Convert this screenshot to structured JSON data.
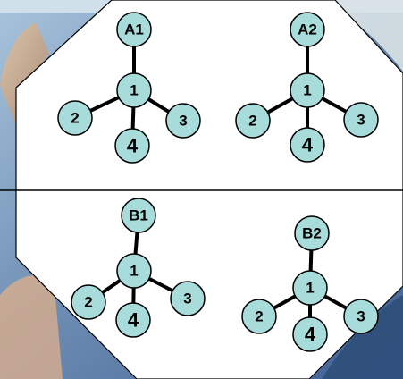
{
  "colors": {
    "octagon_fill": "#ffffff",
    "octagon_stroke": "#000000",
    "node_fill": "#a8dcdb",
    "node_stroke": "#000000",
    "bond": "#000000",
    "divider": "#000000"
  },
  "molecules": [
    {
      "id": "A1",
      "top_label": "A1",
      "center_label": "1",
      "left_label": "2",
      "right_label": "3",
      "bottom_label": "4"
    },
    {
      "id": "A2",
      "top_label": "A2",
      "center_label": "1",
      "left_label": "2",
      "right_label": "3",
      "bottom_label": "4"
    },
    {
      "id": "B1",
      "top_label": "B1",
      "center_label": "1",
      "left_label": "2",
      "right_label": "3",
      "bottom_label": "4"
    },
    {
      "id": "B2",
      "top_label": "B2",
      "center_label": "1",
      "left_label": "2",
      "right_label": "3",
      "bottom_label": "4"
    }
  ]
}
